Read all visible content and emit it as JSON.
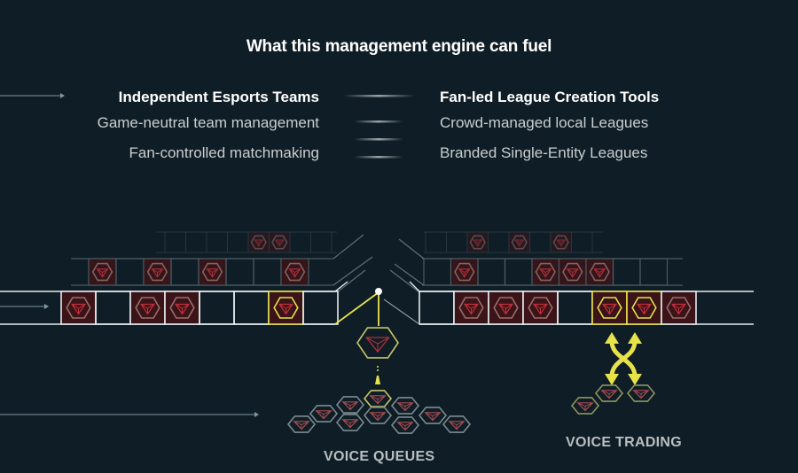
{
  "title": "What this management engine can fuel",
  "left_column": {
    "heading": "Independent Esports Teams",
    "items": [
      "Game-neutral team management",
      "Fan-controlled matchmaking"
    ]
  },
  "right_column": {
    "heading": "Fan-led League  Creation Tools",
    "items": [
      "Crowd-managed local Leagues",
      "Branded Single-Entity Leagues"
    ]
  },
  "captions": {
    "queues": "VOICE QUEUES",
    "trading": "VOICE TRADING"
  },
  "colors": {
    "background": "#0f1e26",
    "accent_yellow": "#e8e24a",
    "token_red": "#c0303a",
    "cell_fill_red": "#3a1418",
    "line_white": "#e6ecef"
  },
  "rows": {
    "left_front": [
      "red",
      "empty",
      "red",
      "red",
      "empty",
      "empty",
      "yellow",
      "empty"
    ],
    "left_mid": [
      "red",
      "empty",
      "red",
      "empty",
      "red",
      "empty",
      "empty",
      "red"
    ],
    "left_back": [
      "empty",
      "empty",
      "empty",
      "empty",
      "red",
      "red",
      "empty",
      "empty"
    ],
    "right_front": [
      "empty",
      "red",
      "red",
      "red",
      "empty",
      "yellow",
      "yellow",
      "red"
    ],
    "right_mid": [
      "empty",
      "red",
      "empty",
      "empty",
      "red",
      "red",
      "red",
      "empty",
      "empty"
    ],
    "right_back": [
      "empty",
      "empty",
      "red",
      "empty",
      "red",
      "empty",
      "red",
      "empty"
    ]
  },
  "icons": {
    "token": "hexagon-token-icon",
    "swap": "swap-arrows-icon",
    "pointer": "pointer-arrow-icon"
  }
}
